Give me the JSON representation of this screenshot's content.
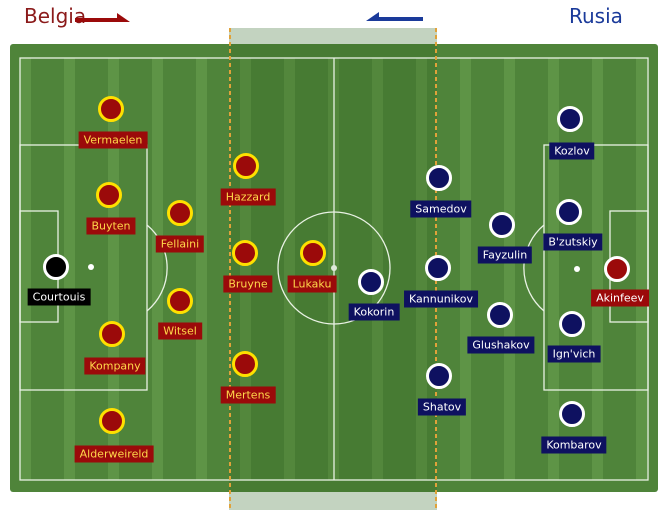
{
  "teams": {
    "home": {
      "name": "Belgia",
      "color": "#8b1a1a",
      "direction": "right"
    },
    "away": {
      "name": "Rusia",
      "color": "#1a3a9a",
      "direction": "left"
    }
  },
  "players": [
    {
      "name": "Vermaelen",
      "team": "bel"
    },
    {
      "name": "Buyten",
      "team": "bel"
    },
    {
      "name": "Fellaini",
      "team": "bel"
    },
    {
      "name": "Courtouis",
      "team": "bel-gk"
    },
    {
      "name": "Witsel",
      "team": "bel"
    },
    {
      "name": "Kompany",
      "team": "bel"
    },
    {
      "name": "Alderweireld",
      "team": "bel"
    },
    {
      "name": "Hazzard",
      "team": "bel"
    },
    {
      "name": "Bruyne",
      "team": "bel"
    },
    {
      "name": "Lukaku",
      "team": "bel"
    },
    {
      "name": "Mertens",
      "team": "bel"
    },
    {
      "name": "Kozlov",
      "team": "rus"
    },
    {
      "name": "Samedov",
      "team": "rus"
    },
    {
      "name": "Fayzulin",
      "team": "rus"
    },
    {
      "name": "B'zutskiy",
      "team": "rus"
    },
    {
      "name": "Akinfeev",
      "team": "rus-gk"
    },
    {
      "name": "Kokorin",
      "team": "rus"
    },
    {
      "name": "Kannunikov",
      "team": "rus"
    },
    {
      "name": "Glushakov",
      "team": "rus"
    },
    {
      "name": "Ign'vich",
      "team": "rus"
    },
    {
      "name": "Shatov",
      "team": "rus"
    },
    {
      "name": "Kombarov",
      "team": "rus"
    }
  ]
}
